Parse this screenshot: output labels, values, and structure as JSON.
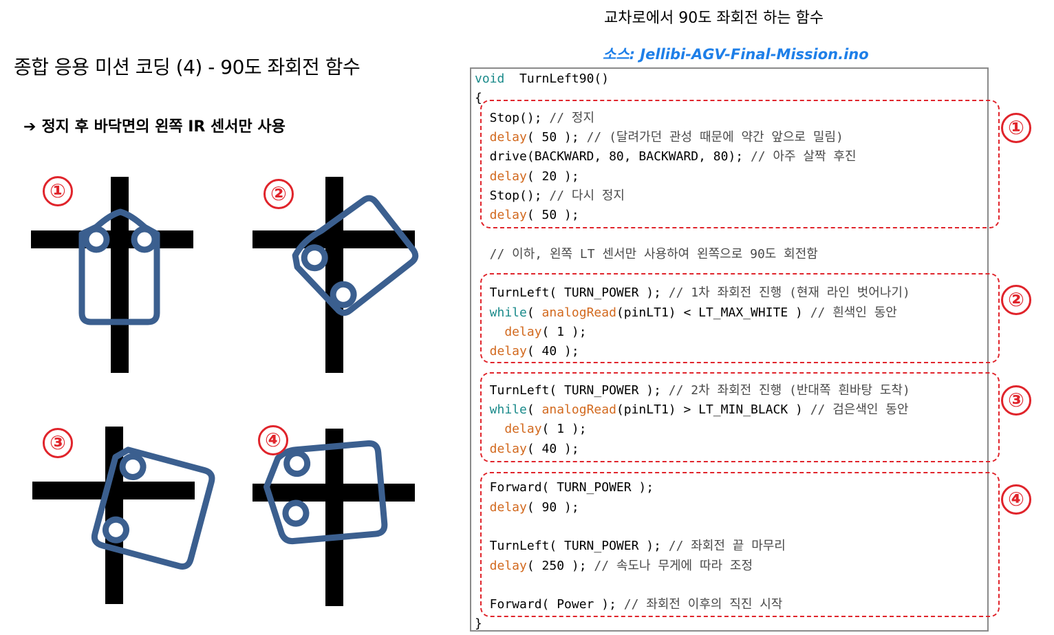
{
  "slide": {
    "title": "종합 응용 미션 코딩 (4) -  90도 좌회전 함수",
    "subtitle_arrow": "➔",
    "subtitle": "정지 후 바닥면의 왼쪽 IR 센서만 사용"
  },
  "code_panel": {
    "heading": "교차로에서 90도 좌회전 하는 함수",
    "source": "소스: Jellibi-AGV-Final-Mission.ino",
    "lines": [
      [
        {
          "t": "void",
          "c": "kw"
        },
        {
          "t": "  TurnLeft90()",
          "c": ""
        }
      ],
      [
        {
          "t": "{",
          "c": ""
        }
      ],
      [
        {
          "t": "  Stop(); ",
          "c": ""
        },
        {
          "t": "// 정지",
          "c": "cm"
        }
      ],
      [
        {
          "t": "  delay",
          "c": "fn"
        },
        {
          "t": "( 50 ); ",
          "c": ""
        },
        {
          "t": "// (달려가던 관성 때문에 약간 앞으로 밀림)",
          "c": "cm"
        }
      ],
      [
        {
          "t": "  drive(BACKWARD, 80, BACKWARD, 80); ",
          "c": ""
        },
        {
          "t": "// 아주 살짝 후진",
          "c": "cm"
        }
      ],
      [
        {
          "t": "  delay",
          "c": "fn"
        },
        {
          "t": "( 20 );",
          "c": ""
        }
      ],
      [
        {
          "t": "  Stop(); ",
          "c": ""
        },
        {
          "t": "// 다시 정지",
          "c": "cm"
        }
      ],
      [
        {
          "t": "  delay",
          "c": "fn"
        },
        {
          "t": "( 50 );",
          "c": ""
        }
      ],
      [
        {
          "t": "",
          "c": ""
        }
      ],
      [
        {
          "t": "  // 이하, 왼쪽 LT 센서만 사용하여 왼쪽으로 90도 회전함",
          "c": "cm"
        }
      ],
      [
        {
          "t": "",
          "c": ""
        }
      ],
      [
        {
          "t": "  TurnLeft( TURN_POWER ); ",
          "c": ""
        },
        {
          "t": "// 1차 좌회전 진행 (현재 라인 벗어나기)",
          "c": "cm"
        }
      ],
      [
        {
          "t": "  while",
          "c": "kw"
        },
        {
          "t": "( ",
          "c": ""
        },
        {
          "t": "analogRead",
          "c": "fn"
        },
        {
          "t": "(pinLT1) < LT_MAX_WHITE ) ",
          "c": ""
        },
        {
          "t": "// 흰색인 동안",
          "c": "cm"
        }
      ],
      [
        {
          "t": "    delay",
          "c": "fn"
        },
        {
          "t": "( 1 );",
          "c": ""
        }
      ],
      [
        {
          "t": "  delay",
          "c": "fn"
        },
        {
          "t": "( 40 );",
          "c": ""
        }
      ],
      [
        {
          "t": "",
          "c": ""
        }
      ],
      [
        {
          "t": "  TurnLeft( TURN_POWER ); ",
          "c": ""
        },
        {
          "t": "// 2차 좌회전 진행 (반대쪽 흰바탕 도착)",
          "c": "cm"
        }
      ],
      [
        {
          "t": "  while",
          "c": "kw"
        },
        {
          "t": "( ",
          "c": ""
        },
        {
          "t": "analogRead",
          "c": "fn"
        },
        {
          "t": "(pinLT1) > LT_MIN_BLACK ) ",
          "c": ""
        },
        {
          "t": "// 검은색인 동안",
          "c": "cm"
        }
      ],
      [
        {
          "t": "    delay",
          "c": "fn"
        },
        {
          "t": "( 1 );",
          "c": ""
        }
      ],
      [
        {
          "t": "  delay",
          "c": "fn"
        },
        {
          "t": "( 40 );",
          "c": ""
        }
      ],
      [
        {
          "t": "",
          "c": ""
        }
      ],
      [
        {
          "t": "  Forward( TURN_POWER );",
          "c": ""
        }
      ],
      [
        {
          "t": "  delay",
          "c": "fn"
        },
        {
          "t": "( 90 );",
          "c": ""
        }
      ],
      [
        {
          "t": "",
          "c": ""
        }
      ],
      [
        {
          "t": "  TurnLeft( TURN_POWER ); ",
          "c": ""
        },
        {
          "t": "// 좌회전 끝 마무리",
          "c": "cm"
        }
      ],
      [
        {
          "t": "  delay",
          "c": "fn"
        },
        {
          "t": "( 250 ); ",
          "c": ""
        },
        {
          "t": "// 속도나 무게에 따라 조정",
          "c": "cm"
        }
      ],
      [
        {
          "t": "",
          "c": ""
        }
      ],
      [
        {
          "t": "  Forward( Power ); ",
          "c": ""
        },
        {
          "t": "// 좌회전 이후의 직진 시작",
          "c": "cm"
        }
      ],
      [
        {
          "t": "}",
          "c": ""
        }
      ]
    ],
    "step_markers": [
      "①",
      "②",
      "③",
      "④"
    ]
  },
  "diagram": {
    "step_labels": [
      "①",
      "②",
      "③",
      "④"
    ],
    "colors": {
      "line": "#000000",
      "robot": "#3b5f8f",
      "marker": "#e0242b"
    }
  }
}
